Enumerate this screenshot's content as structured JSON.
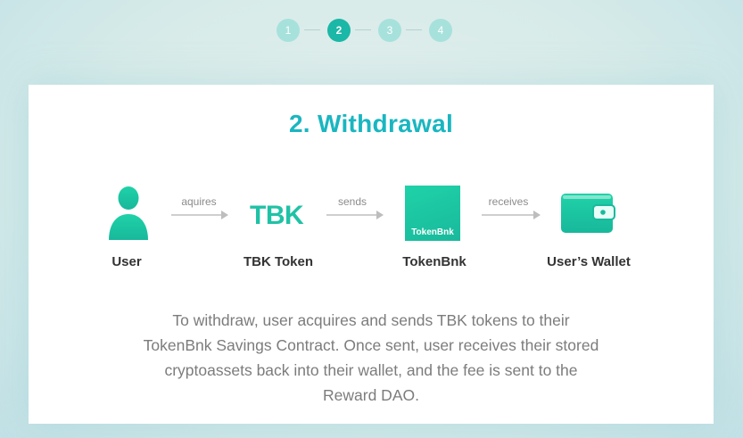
{
  "stepper": {
    "steps": [
      {
        "label": "1",
        "active": false
      },
      {
        "label": "2",
        "active": true
      },
      {
        "label": "3",
        "active": false
      },
      {
        "label": "4",
        "active": false
      }
    ]
  },
  "card": {
    "title": "2. Withdrawal",
    "nodes": {
      "user": {
        "label": "User",
        "icon": "user-icon"
      },
      "tbk_token": {
        "label": "TBK Token",
        "logo_text": "TBK"
      },
      "tokenbnk": {
        "label": "TokenBnk",
        "logo_text": "TokenBnk"
      },
      "wallet": {
        "label": "User’s Wallet",
        "icon": "wallet-icon"
      }
    },
    "arrows": {
      "first": "aquires",
      "second": "sends",
      "third": "receives"
    },
    "description": "To withdraw, user acquires and sends TBK tokens to their TokenBnk Savings Contract. Once sent, user receives their stored cryptoassets back into their wallet, and the fee is sent to the Reward DAO."
  },
  "colors": {
    "accent": "#1ab6c0",
    "green": "#1fc7a2",
    "step_active": "#1bb7a7",
    "step_inactive": "#a7e1dc"
  }
}
